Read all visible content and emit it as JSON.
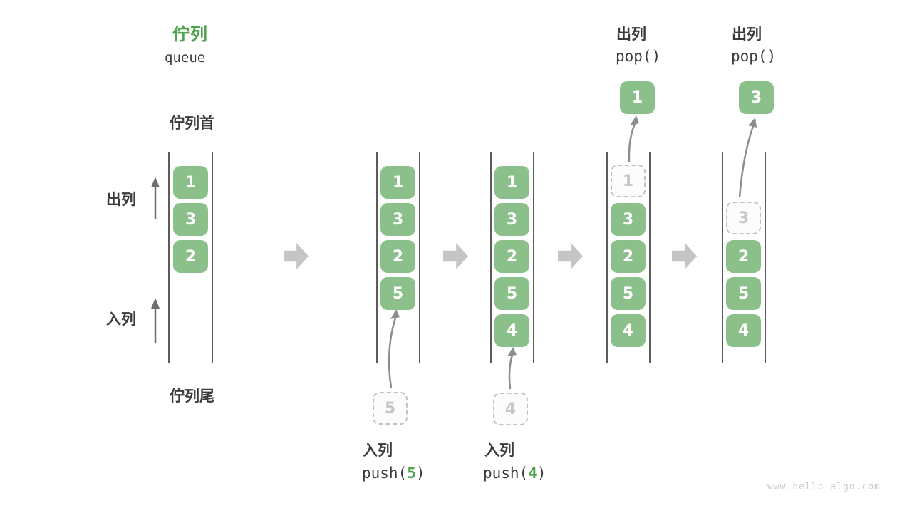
{
  "header": {
    "title_zh": "佇列",
    "title_en": "queue"
  },
  "labels": {
    "front": "佇列首",
    "rear": "佇列尾",
    "dequeue_side": "出列",
    "enqueue_side": "入列"
  },
  "operations": {
    "push5": {
      "label": "入列",
      "fn": "push(",
      "arg": "5",
      "close": ")"
    },
    "push4": {
      "label": "入列",
      "fn": "push(",
      "arg": "4",
      "close": ")"
    },
    "pop1": {
      "label": "出列",
      "code": "pop()"
    },
    "pop2": {
      "label": "出列",
      "code": "pop()"
    }
  },
  "states": [
    {
      "name": "initial",
      "cells": [
        "1",
        "3",
        "2"
      ]
    },
    {
      "name": "after-push-5",
      "cells": [
        "1",
        "3",
        "2",
        "5"
      ],
      "incoming": "5"
    },
    {
      "name": "after-push-4",
      "cells": [
        "1",
        "3",
        "2",
        "5",
        "4"
      ],
      "incoming": "4"
    },
    {
      "name": "after-pop-1",
      "removed": "1",
      "cells": [
        "3",
        "2",
        "5",
        "4"
      ],
      "popped": "1"
    },
    {
      "name": "after-pop-3",
      "removed": "3",
      "cells": [
        "2",
        "5",
        "4"
      ],
      "popped": "3"
    }
  ],
  "colors": {
    "title_green": "#4FA34F",
    "cell_green": "#8BC08A",
    "cell_text": "#FFFFFF",
    "accent_green_digit": "#4FA34F",
    "dark_text": "#3B3B3B",
    "queue_line": "#5B5B5B",
    "flow_arrow_gray": "#C5C5C5",
    "small_arrow_gray": "#6E6E6E",
    "curved_arrow_gray": "#8C8C8C",
    "dashed_border": "#C2C2C2",
    "dashed_text": "#C6C6C6",
    "watermark_gray": "#CBCBCB"
  },
  "watermark": "www.hello-algo.com"
}
